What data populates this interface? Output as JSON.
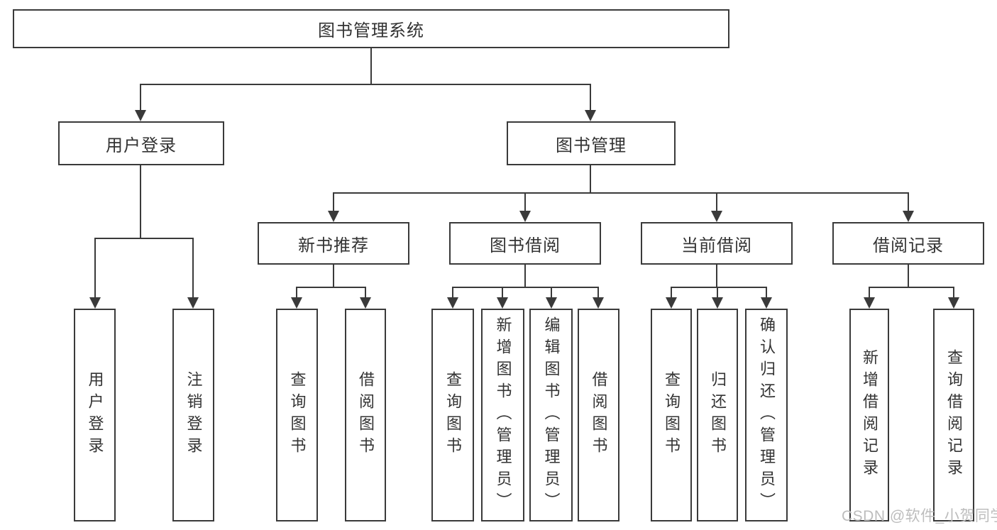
{
  "colors": {
    "line": "#3a3a3a",
    "text": "#333333",
    "box_fill": "#ffffff",
    "watermark": "#bdbdbd",
    "background": "#ffffff"
  },
  "tree": {
    "label": "图书管理系统",
    "children": [
      {
        "label": "用户登录",
        "children": [
          {
            "label": "用户登录"
          },
          {
            "label": "注销登录"
          }
        ]
      },
      {
        "label": "图书管理",
        "children": [
          {
            "label": "新书推荐",
            "children": [
              {
                "label": "查询图书"
              },
              {
                "label": "借阅图书"
              }
            ]
          },
          {
            "label": "图书借阅",
            "children": [
              {
                "label": "查询图书"
              },
              {
                "label": "新增图书（管理员）"
              },
              {
                "label": "编辑图书（管理员）"
              },
              {
                "label": "借阅图书"
              }
            ]
          },
          {
            "label": "当前借阅",
            "children": [
              {
                "label": "查询图书"
              },
              {
                "label": "归还图书"
              },
              {
                "label": "确认归还（管理员）"
              }
            ]
          },
          {
            "label": "借阅记录",
            "children": [
              {
                "label": "新增借阅记录"
              },
              {
                "label": "查询借阅记录"
              }
            ]
          }
        ]
      }
    ]
  },
  "watermark": "CSDN @软件_小贺同学"
}
